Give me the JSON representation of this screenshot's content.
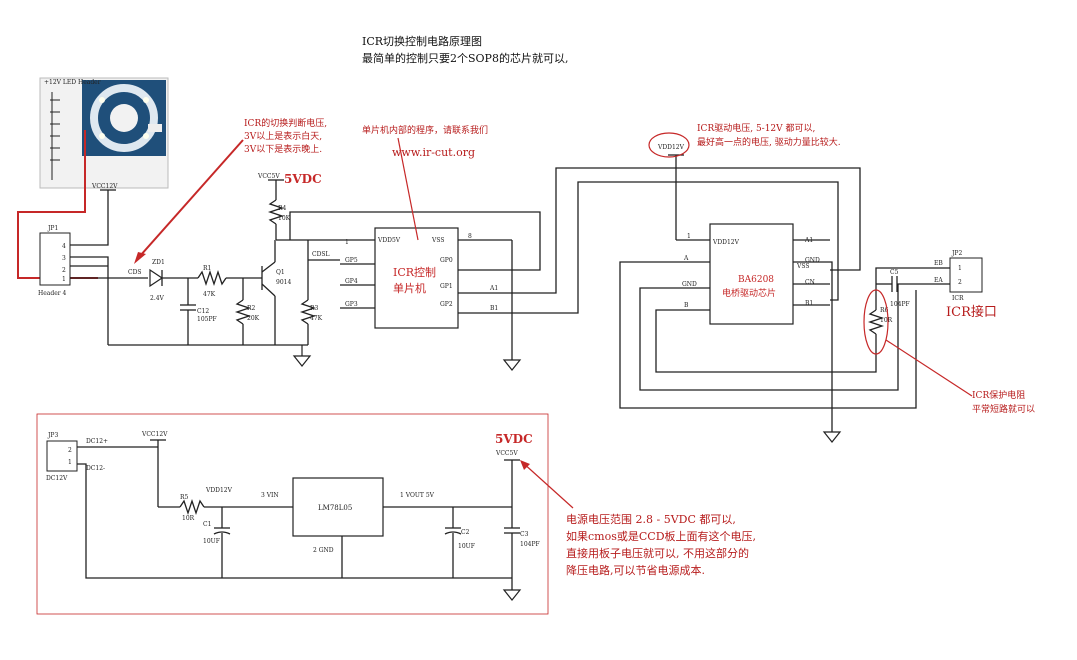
{
  "title": {
    "line1": "ICR切换控制电路原理图",
    "line2": "最简单的控制只要2个SOP8的芯片就可以,"
  },
  "annotations": {
    "icr_judge": [
      "ICR的切换判断电压,",
      "3V以上是表示白天,",
      "3V以下是表示晚上."
    ],
    "mcu_program": "单片机内部的程序，请联系我们",
    "website": "www.ir-cut.org",
    "driver_voltage": [
      "ICR驱动电压, 5-12V 都可以,",
      "最好高一点的电压, 驱动力量比较大."
    ],
    "protect_res": [
      "ICR保护电阻",
      "平常短路就可以"
    ],
    "power_range": [
      "电源电压范围 2.8 - 5VDC 都可以,",
      "如果cmos或是CCD板上面有这个电压,",
      "直接用板子电压就可以, 不用这部分的",
      "降压电路,可以节省电源成本."
    ],
    "icr_port": "ICR接口",
    "vdc5_top": "5VDC",
    "vdc5_bottom": "5VDC"
  },
  "chips": {
    "mcu": {
      "name_line1": "ICR控制",
      "name_line2": "单片机",
      "pins_left": [
        "1",
        "GP5",
        "GP4",
        "GP3"
      ],
      "pin1_label": "VDD5V",
      "pins_right": [
        "VSS",
        "GP0",
        "GP1",
        "GP2"
      ],
      "pin_nums_right": [
        "8",
        "",
        "A1",
        "B1"
      ]
    },
    "driver": {
      "name_line1": "BA6208",
      "name_line2": "电桥驱动芯片",
      "pins_left": [
        "VDD12V",
        "A",
        "GND",
        "B"
      ],
      "pins_right": [
        "A1",
        "GND",
        "VSS",
        "CN",
        "B1"
      ]
    },
    "regulator": {
      "name": "LM78L05",
      "vin": "3 VIN",
      "vout": "1 VOUT 5V",
      "gnd": "2 GND"
    }
  },
  "labels": {
    "jp1": "JP1",
    "jp1_pins": [
      "4",
      "3",
      "2",
      "1"
    ],
    "jp1_name": "Header 4",
    "vcc12v_top": "VCC12V",
    "cds": "CDS",
    "zd1": "ZD1",
    "zd1_v": "2.4V",
    "r1": "R1",
    "r1_v": "47K",
    "c12": "C12",
    "c12_v": "105PF",
    "r2": "R2",
    "r2_v": "20K",
    "q1": "Q1",
    "q1_v": "9014",
    "vcc5v": "VCC5V",
    "r4": "R4",
    "r4_v": "10K",
    "r3": "R3",
    "r3_v": "47K",
    "cdsl": "CDSL",
    "vdd12v_chip": "VDD12V",
    "jp2": "JP2",
    "jp2_pins": [
      "1",
      "2"
    ],
    "jp2_name": "ICR",
    "jp2_a": "EB",
    "jp2_b": "EA",
    "c5": "C5",
    "c5_v": "104PF",
    "r6": "R6",
    "r6_v": "10R",
    "jp3": "JP3",
    "jp3_pins": [
      "2",
      "1"
    ],
    "jp3_name": "DC12V",
    "dc12_plus": "DC12+",
    "dc12_minus": "DC12-",
    "vcc12v_bot": "VCC12V",
    "r5": "R5",
    "r5_v": "10R",
    "vdd12v": "VDD12V",
    "c1": "C1",
    "c1_v": "10UF",
    "c2": "C2",
    "c2_v": "10UF",
    "c3": "C3",
    "c3_v": "104PF",
    "vcc5v_bot": "VCC5V",
    "photo_caption": "+12V LED Header"
  },
  "colors": {
    "accent": "#c62828",
    "wire": "#222222",
    "photo_bg": "#1f4f7a"
  }
}
